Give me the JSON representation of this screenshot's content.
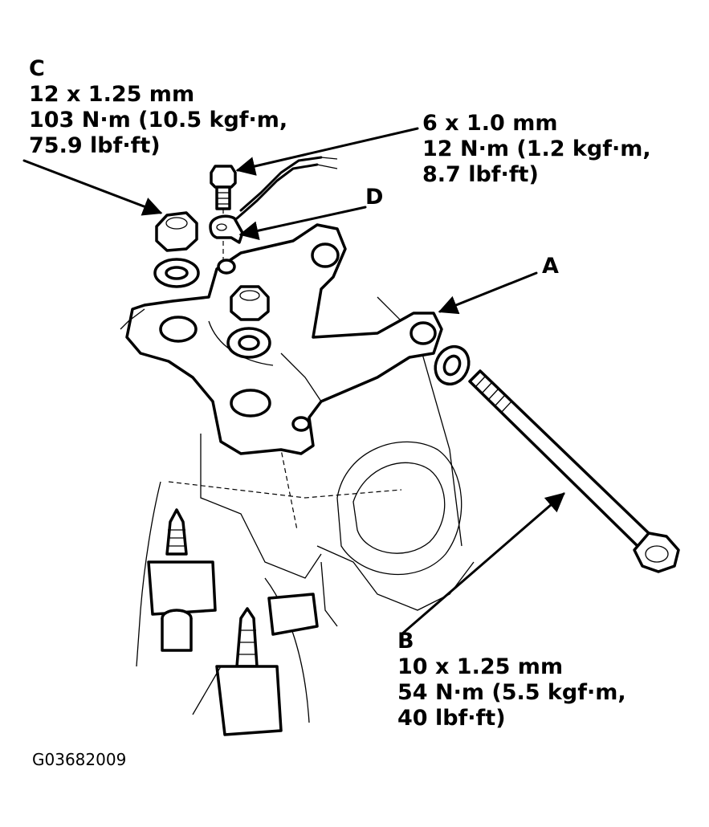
{
  "callouts": {
    "c": {
      "letter": "C",
      "size": "12 x 1.25 mm",
      "torque1": "103 N·m (10.5 kgf·m,",
      "torque2": "75.9 lbf·ft)"
    },
    "bolt_small": {
      "size": "6 x 1.0 mm",
      "torque1": "12 N·m (1.2 kgf·m,",
      "torque2": "8.7 lbf·ft)"
    },
    "d": {
      "letter": "D"
    },
    "a": {
      "letter": "A"
    },
    "b": {
      "letter": "B",
      "size": "10 x 1.25 mm",
      "torque1": "54 N·m (5.5 kgf·m,",
      "torque2": "40 lbf·ft)"
    }
  },
  "figure_id": "G03682009"
}
